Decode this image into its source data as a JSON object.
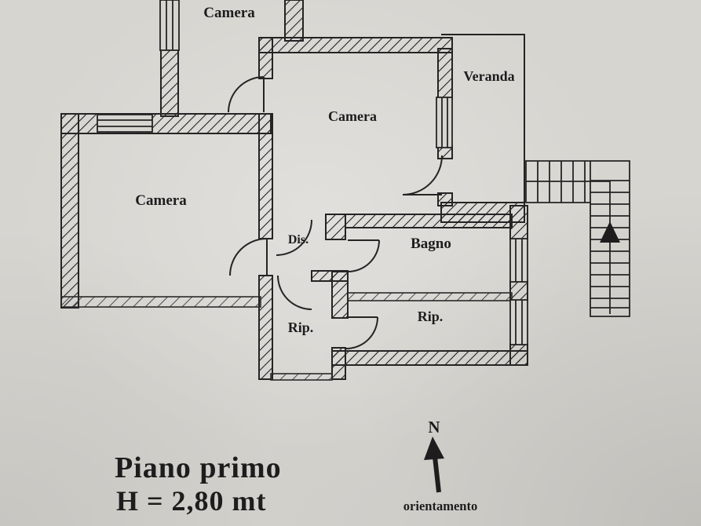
{
  "floor_plan": {
    "title": "Piano primo",
    "height_note": "H = 2,80 mt",
    "rooms": [
      {
        "name": "camera-top",
        "label": "Camera"
      },
      {
        "name": "camera-center",
        "label": "Camera"
      },
      {
        "name": "veranda",
        "label": "Veranda"
      },
      {
        "name": "camera-left",
        "label": "Camera"
      },
      {
        "name": "disimpegno",
        "label": "Dis."
      },
      {
        "name": "bagno",
        "label": "Bagno"
      },
      {
        "name": "ripostiglio-left",
        "label": "Rip."
      },
      {
        "name": "ripostiglio-right",
        "label": "Rip."
      }
    ],
    "compass": {
      "north_label": "N",
      "caption": "orientamento"
    },
    "colors": {
      "paper": "#d7d5d0",
      "ink": "#222222"
    }
  }
}
